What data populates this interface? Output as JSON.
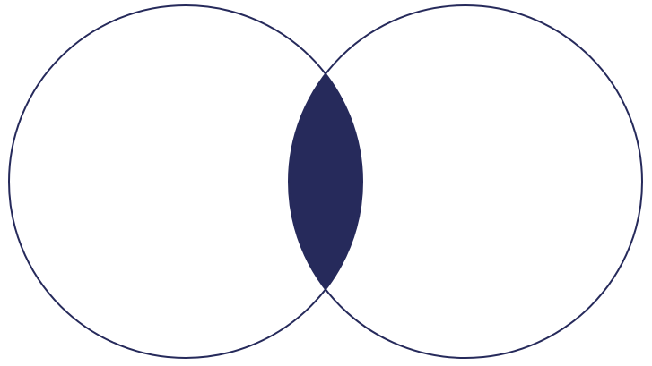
{
  "diagram": {
    "type": "venn",
    "set_count": 2,
    "labels": [],
    "highlighted_region": "intersection",
    "colors": {
      "background": "#ffffff",
      "outline": "#262a5b",
      "fill": "#262a5b"
    }
  }
}
